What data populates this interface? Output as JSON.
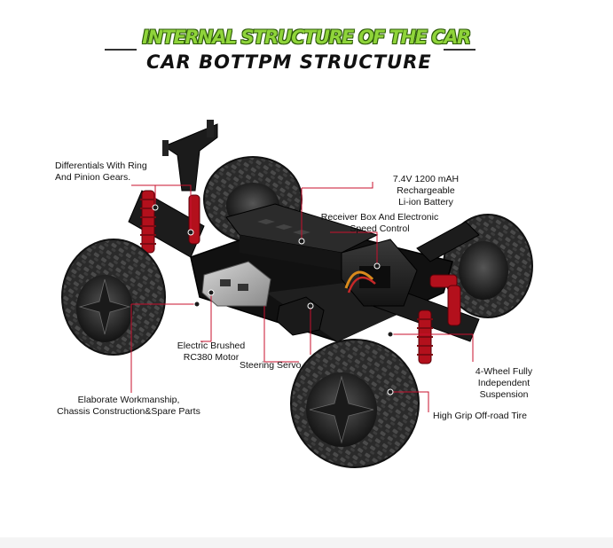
{
  "header": {
    "title": "INTERNAL STRUCTURE OF THE CAR",
    "subtitle": "CAR BOTTPM STRUCTURE"
  },
  "callouts": {
    "differentials": [
      "Differentials With Ring",
      "And Pinion Gears."
    ],
    "battery": [
      "7.4V 1200 mAH",
      "Rechargeable",
      "Li-ion Battery"
    ],
    "receiver": [
      "Receiver Box And Electronic",
      "Speed Control"
    ],
    "motor": [
      "Electric Brushed",
      "RC380 Motor"
    ],
    "servo": [
      "Steering Servo"
    ],
    "suspension": [
      "4-Wheel Fully",
      "Independent",
      "Suspension"
    ],
    "chassis": [
      "Elaborate Workmanship,",
      "Chassis Construction&Spare Parts"
    ],
    "tire": [
      "High Grip Off-road Tire"
    ]
  },
  "colors": {
    "title_green": "#8fd43a",
    "callout_red": "#c8102e",
    "shock_red": "#b3101c",
    "body_black": "#1b1b1b"
  }
}
